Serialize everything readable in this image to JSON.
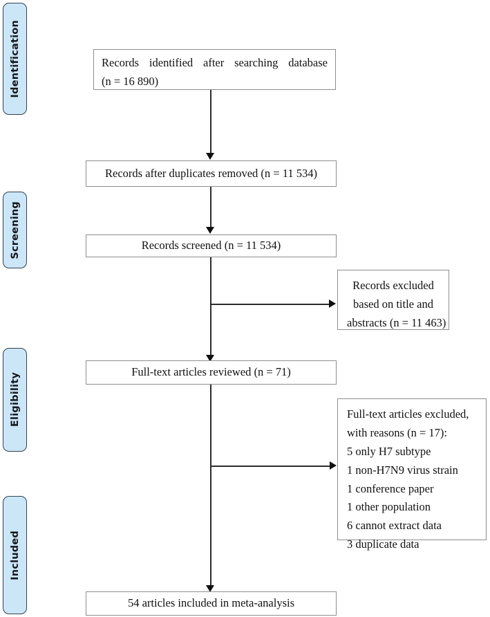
{
  "diagram": {
    "type": "prisma-flow-diagram",
    "title": "PRISMA study selection flow diagram"
  },
  "stages": [
    {
      "label": "Identification"
    },
    {
      "label": "Screening"
    },
    {
      "label": "Eligibility"
    },
    {
      "label": "Included"
    }
  ],
  "boxes": {
    "identified": {
      "line1": "Records identified after searching database",
      "line2": "(n = 16 890)",
      "count": "16 890"
    },
    "after_duplicates": {
      "text": "Records after duplicates removed (n = 11 534)",
      "count": "11 534"
    },
    "screened": {
      "text": "Records screened (n = 11 534)",
      "count": "11 534"
    },
    "excluded_title_abstract": {
      "line1": "Records excluded",
      "line2": "based on title and",
      "line3": "abstracts (n = 11 463)",
      "count": "11 463"
    },
    "fulltext_reviewed": {
      "text": "Full-text articles reviewed (n = 71)",
      "count": "71"
    },
    "fulltext_excluded": {
      "line1": "Full-text articles excluded,",
      "line2": "with reasons (n = 17):",
      "line3": "5 only H7 subtype",
      "line4": "1 non-H7N9 virus strain",
      "line5": "1 conference paper",
      "line6": "1 other population",
      "line7": "6 cannot extract data",
      "line8": "3 duplicate data",
      "count": "17"
    },
    "included": {
      "text": "54 articles included in meta-analysis",
      "count": "54"
    }
  },
  "colors": {
    "stage_fill": "#cbe6f7",
    "stage_border": "#33414e",
    "box_border": "#8d8d8d",
    "connector": "#2b2b2b"
  }
}
